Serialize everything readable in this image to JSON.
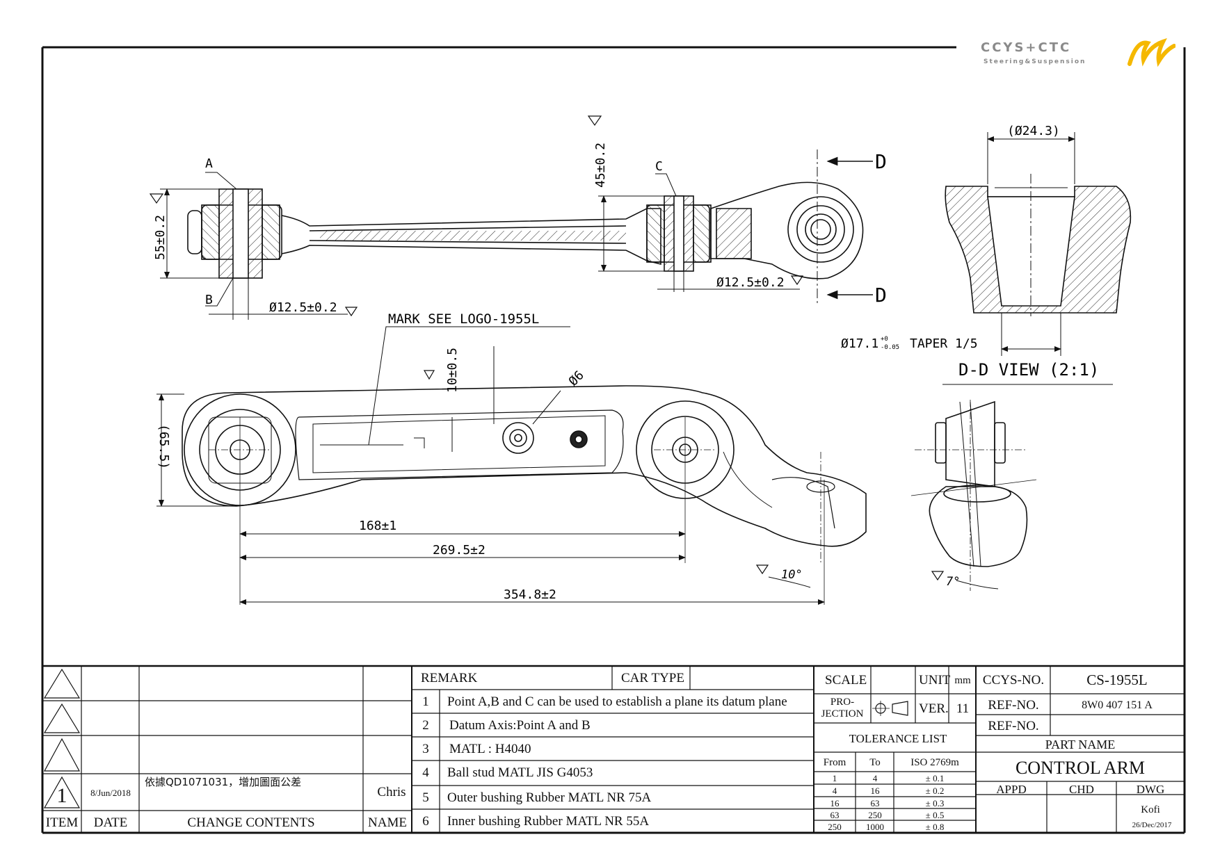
{
  "logo": {
    "brand": "CCYS+CTC",
    "tagline": "Steering&Suspension",
    "accent_color": "#f5b800",
    "brand_color": "#8a8a8a"
  },
  "drawing": {
    "labels": {
      "point_a": "A",
      "point_b": "B",
      "point_c": "C",
      "section_d_top": "D",
      "section_d_bottom": "D",
      "mark_note": "MARK SEE LOGO-1955L",
      "section_view_title": "D-D VIEW (2:1)"
    },
    "dimensions": {
      "height_55": "55±0.2",
      "bushing_dia_left": "Ø12.5±0.2",
      "bushing_dia_right": "Ø12.5±0.2",
      "offset_45": "45±0.2",
      "offset_10": "10±0.5",
      "hole_dia": "Ø6",
      "width_65": "(65.5)",
      "len_168": "168±1",
      "len_269": "269.5±2",
      "len_354": "354.8±2",
      "angle_10": "10°",
      "angle_7": "7°",
      "taper_dia": "(Ø24.3)",
      "taper_note_dia": "Ø17.1",
      "taper_tol_upper": "+0",
      "taper_tol_lower": "-0.05",
      "taper_note": "TAPER 1/5"
    }
  },
  "revision_table": {
    "headers": {
      "item": "ITEM",
      "date": "DATE",
      "change": "CHANGE CONTENTS",
      "name": "NAME"
    },
    "rows": [
      {
        "item": "",
        "date": "",
        "change": "",
        "name": ""
      },
      {
        "item": "",
        "date": "",
        "change": "",
        "name": ""
      },
      {
        "item": "",
        "date": "",
        "change": "",
        "name": ""
      },
      {
        "item": "1",
        "date": "8/Jun/2018",
        "change": "依據QD1071031，增加圖面公差",
        "name": "Chris"
      }
    ]
  },
  "remarks": {
    "header": "REMARK",
    "car_type_label": "CAR TYPE",
    "car_type_value": "",
    "items": [
      {
        "no": "1",
        "text": "Point A,B and C can be used to establish a plane its datum plane"
      },
      {
        "no": "2",
        "text": "Datum Axis:Point A and B"
      },
      {
        "no": "3",
        "text": "MATL : H4040"
      },
      {
        "no": "4",
        "text": "Ball stud MATL JIS G4053"
      },
      {
        "no": "5",
        "text": "Outer bushing Rubber MATL NR 75A"
      },
      {
        "no": "6",
        "text": "Inner bushing Rubber MATL NR 55A"
      }
    ]
  },
  "title_block": {
    "scale_label": "SCALE",
    "scale_value": "",
    "unit_label": "UNIT",
    "unit_value": "mm",
    "projection_label_1": "PRO-",
    "projection_label_2": "JECTION",
    "ver_label": "VER.",
    "ver_value": "11",
    "tolerance_title": "TOLERANCE LIST",
    "tolerance_headers": {
      "from": "From",
      "to": "To",
      "iso": "ISO 2769m"
    },
    "tolerance_rows": [
      {
        "from": "1",
        "to": "4",
        "tol": "± 0.1"
      },
      {
        "from": "4",
        "to": "16",
        "tol": "± 0.2"
      },
      {
        "from": "16",
        "to": "63",
        "tol": "± 0.3"
      },
      {
        "from": "63",
        "to": "250",
        "tol": "± 0.5"
      },
      {
        "from": "250",
        "to": "1000",
        "tol": "± 0.8"
      }
    ],
    "ccys_no_label": "CCYS-NO.",
    "ccys_no_value": "CS-1955L",
    "ref_no_label_1": "REF-NO.",
    "ref_no_value_1": "8W0 407 151 A",
    "ref_no_label_2": "REF-NO.",
    "ref_no_value_2": "",
    "part_name_label": "PART NAME",
    "part_name_value": "CONTROL ARM",
    "appd_label": "APPD",
    "chd_label": "CHD",
    "dwg_label": "DWG",
    "dwg_name": "Kofi",
    "dwg_date": "26/Dec/2017"
  }
}
